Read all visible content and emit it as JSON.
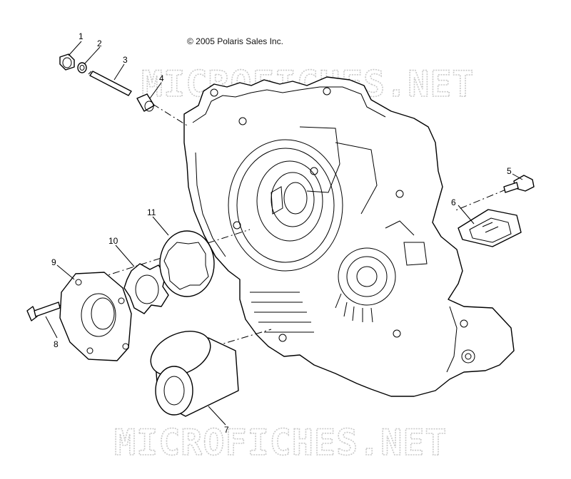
{
  "copyright": "© 2005 Polaris Sales Inc.",
  "watermark": "MICROFICHES.NET",
  "callouts": [
    "1",
    "2",
    "3",
    "4",
    "5",
    "6",
    "7",
    "8",
    "9",
    "10",
    "11"
  ]
}
